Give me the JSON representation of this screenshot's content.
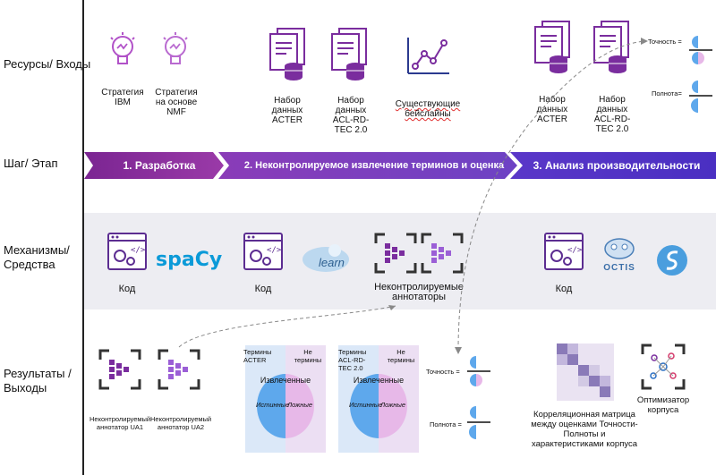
{
  "rows": {
    "resources": "Ресурсы/ Входы",
    "step": "Шаг/ Этап",
    "mechanisms": "Механизмы/ Средства",
    "results": "Результаты / Выходы"
  },
  "steps": [
    {
      "label": "1. Разработка",
      "color": "#8a2a9a"
    },
    {
      "label": "2. Неконтролируемое извлечение терминов и оценка",
      "color": "#7a3fbf"
    },
    {
      "label": "3. Анализ производительности",
      "color": "#5b35c9"
    }
  ],
  "inputs": {
    "ibm": "Стратегия IBM",
    "nmf": "Стратегия на основе NMF",
    "acter1": "Набор данных ACTER",
    "acl1": "Набор данных ACL-RD-TEC 2.0",
    "baselines": "Существующие бейслайны",
    "acter2": "Набор данных ACTER",
    "acl2": "Набор данных ACL-RD-TEC 2.0",
    "precision": "Точность =",
    "recall": "Полнота="
  },
  "mechanisms": {
    "code1": "Код",
    "spacy": "spaCy",
    "code2": "Код",
    "sklearn": "learn",
    "annotators": "Неконтролируемые аннотаторы",
    "code3": "Код",
    "octis": "OCTIS"
  },
  "results": {
    "ua1": "Неконтролируемый аннотатор UA1",
    "ua2": "Неконтролируемый аннотатор UA2",
    "v1": {
      "terms": "Термины ACTER",
      "nonterms": "Не термины",
      "extracted": "Извлеченные",
      "true": "Истинные",
      "false": "Ложные"
    },
    "v2": {
      "terms": "Термины ACL-RD-TEC 2.0",
      "nonterms": "Не термины",
      "extracted": "Извлеченные",
      "true": "Истинные",
      "false": "Ложные"
    },
    "precision": "Точность =",
    "recall": "Полнота =",
    "corr": "Корреляционная матрица между оценками Точности-Полноты и характеристиками корпуса",
    "optimizer": "Оптимизатор корпуса"
  },
  "colors": {
    "purple": "#7a2d9e",
    "violet": "#9b5fd6",
    "blue": "#5ea8ec",
    "pink": "#e7b8e8"
  }
}
